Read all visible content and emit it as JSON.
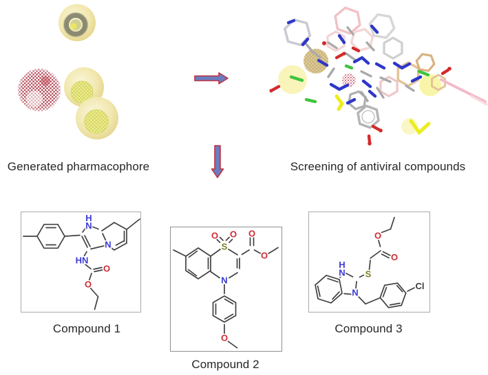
{
  "figure": {
    "pharmacophore": {
      "caption": "Generated pharmacophore",
      "features": [
        "hydrophobic-sphere-with-ring",
        "red-mesh-feature-sphere",
        "hydrophobic-sphere-a",
        "hydrophobic-sphere-b"
      ]
    },
    "screening": {
      "caption": "Screening of antiviral compounds",
      "description": "overlay-of-docked-ligand-sticks"
    },
    "arrows": [
      {
        "direction": "right"
      },
      {
        "direction": "down"
      }
    ],
    "compounds": [
      {
        "label": "Compound 1",
        "atoms": [
          "H",
          "N",
          "N",
          "HN",
          "O",
          "O"
        ]
      },
      {
        "label": "Compound 2",
        "atoms": [
          "O",
          "O",
          "S",
          "O",
          "O",
          "N",
          "O"
        ]
      },
      {
        "label": "Compound 3",
        "atoms": [
          "O",
          "O",
          "H",
          "N",
          "S",
          "N",
          "Cl"
        ]
      }
    ],
    "colors": {
      "arrow_fill": "#6d7cbe",
      "arrow_outline": "#bd3343",
      "nitrogen": "#3a3ad0",
      "oxygen": "#cf2b33",
      "sulfur": "#7e7e25",
      "chlorine": "#3c3c3c",
      "bond": "#404040",
      "sphere_yellow": "#f1e7ad",
      "mesh_red": "#b34250",
      "stick_gray": "#a9a9a9",
      "stick_pink": "#f0c2c6",
      "stick_blue": "#2d37c9",
      "stick_green": "#3ec43e",
      "stick_yellow": "#ecec1e",
      "stick_tan": "#e2c496"
    }
  }
}
